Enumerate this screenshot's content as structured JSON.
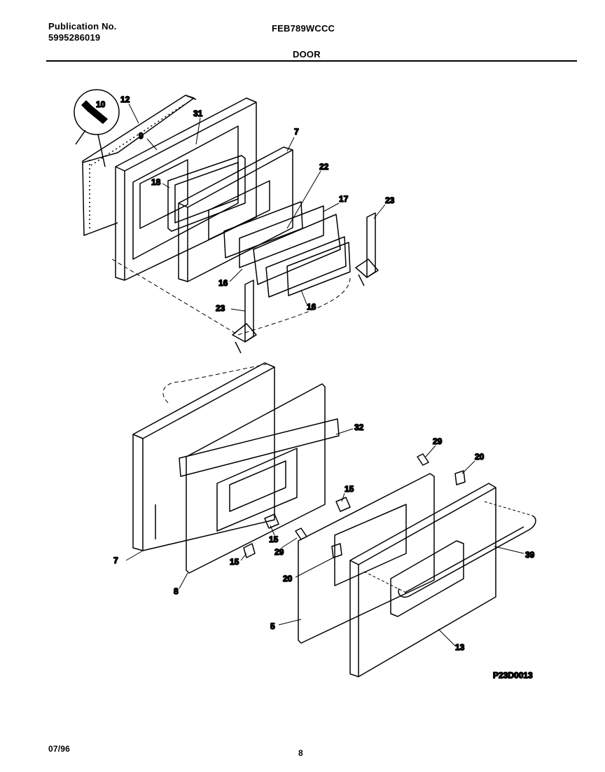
{
  "header": {
    "publication_label": "Publication No.",
    "publication_number": "5995286019",
    "model": "FEB789WCCC",
    "section": "DOOR"
  },
  "footer": {
    "date": "07/96",
    "page": "8"
  },
  "diagram_code": "P23D0013",
  "callouts": [
    "10",
    "12",
    "31",
    "9",
    "7",
    "18",
    "22",
    "17",
    "23",
    "16",
    "16",
    "23",
    "32",
    "29",
    "20",
    "15",
    "15",
    "29",
    "39",
    "7",
    "15",
    "20",
    "8",
    "5",
    "13"
  ]
}
